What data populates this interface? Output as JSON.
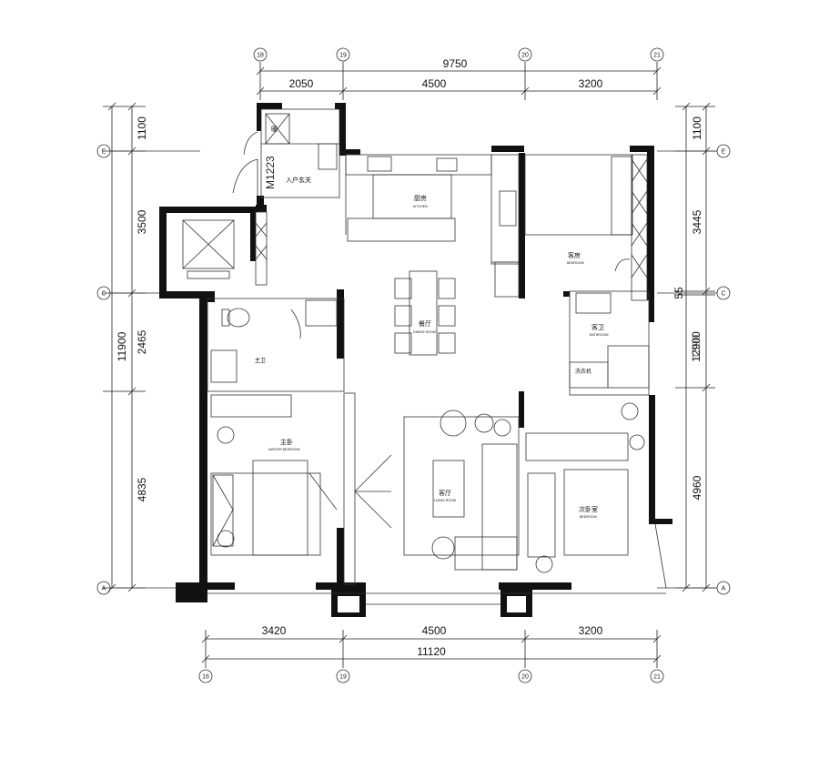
{
  "grid_axes": {
    "top": [
      "18",
      "19",
      "20",
      "21"
    ],
    "bottom": [
      "16",
      "19",
      "20",
      "21"
    ],
    "left": [
      "E",
      "C",
      "A"
    ],
    "right": [
      "E",
      "C",
      "A"
    ]
  },
  "dimensions": {
    "top_total": "9750",
    "top_segments": [
      "2050",
      "4500",
      "3200"
    ],
    "bottom_total": "11120",
    "bottom_segments": [
      "3420",
      "4500",
      "3200"
    ],
    "left_total": "11900",
    "left_segments": [
      "1100",
      "3500",
      "2465",
      "4835"
    ],
    "right_total": "12900",
    "right_segments": [
      "1100",
      "3445",
      "55",
      "4960"
    ],
    "right_overlap": "1390"
  },
  "rooms": {
    "entry": "入户玄关",
    "entry_door": "M1223",
    "warm": "暖",
    "kitchen": "厨房",
    "kitchen_en": "KITCHEN",
    "guest_bedroom": "客房",
    "guest_bedroom_en": "BEDROOM",
    "guest_bath": "客卫",
    "guest_bath_en": "BATHROOM",
    "laundry": "洗衣机",
    "dining": "餐厅",
    "dining_en": "DINING ROOM",
    "master_bath": "主卫",
    "master_bedroom": "主卧",
    "master_bedroom_en": "MASTER BEDROOM",
    "living": "客厅",
    "living_en": "LIVING ROOM",
    "second_bedroom": "次卧室",
    "second_bedroom_en": "BEDROOM"
  }
}
